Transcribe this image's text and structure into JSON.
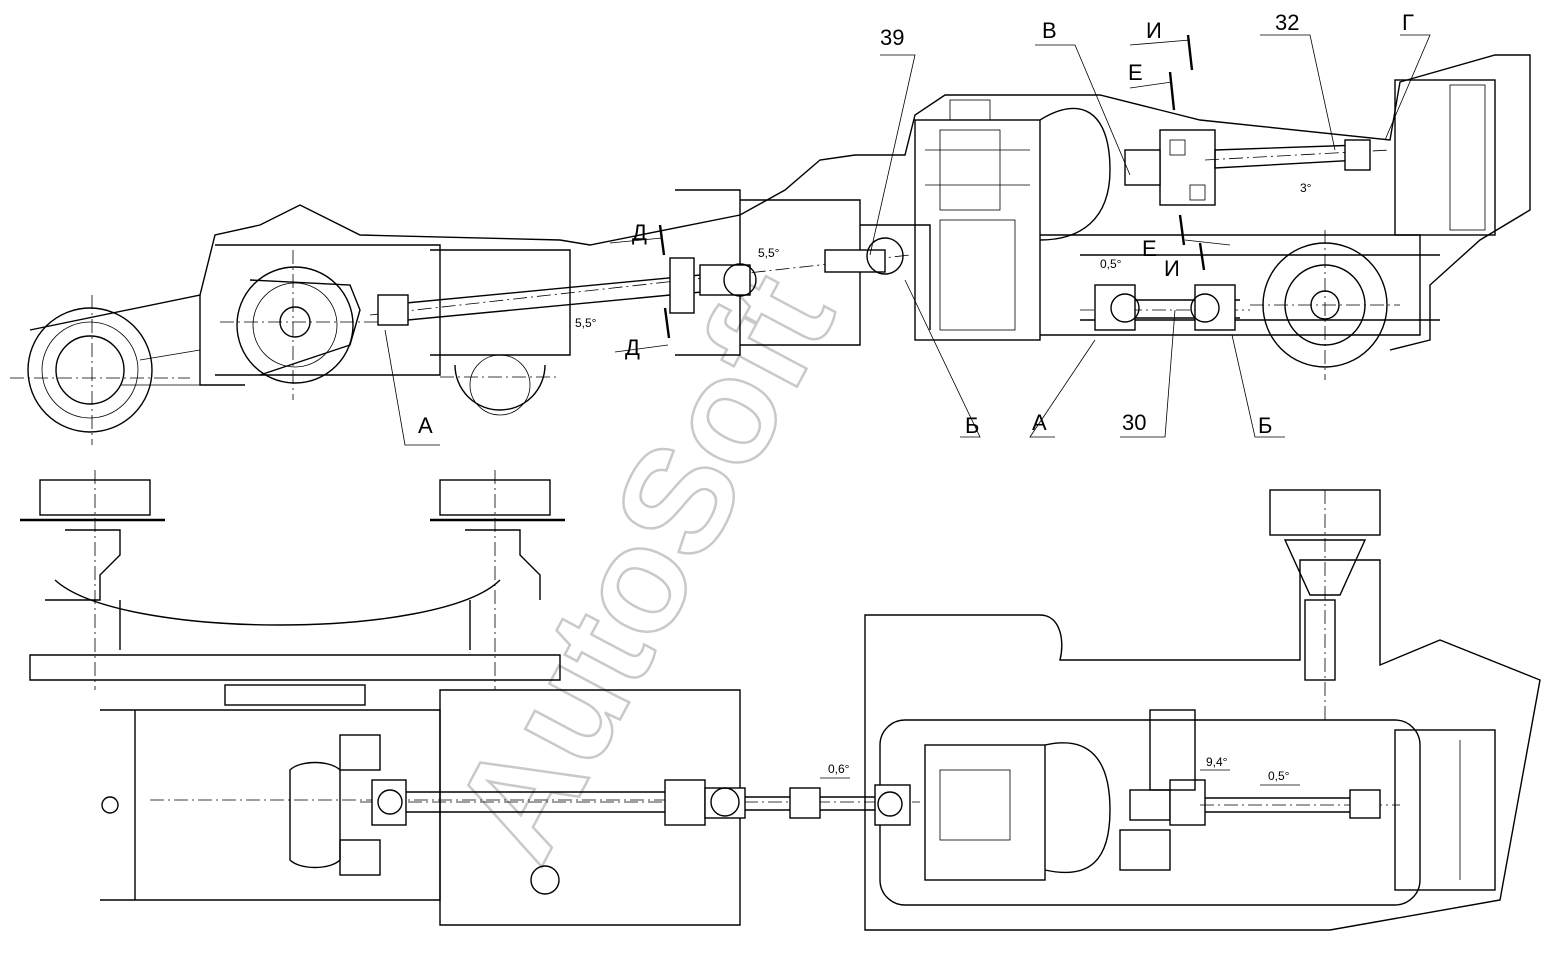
{
  "watermark": "AutoSoft",
  "top_view": {
    "labels": {
      "a_left": "А",
      "b_left": "Б",
      "a_right": "А",
      "b_right": "Б",
      "d_top": "Д",
      "d_bottom": "Д",
      "v": "В",
      "i_top": "И",
      "i_bottom": "И",
      "e_top": "Е",
      "e_bottom": "Е",
      "g": "Г",
      "num_39": "39",
      "num_32": "32",
      "num_30": "30"
    },
    "angles": {
      "front_shaft_lower": "5,5°",
      "front_shaft_upper": "5,5°",
      "rear_shaft": "0,5°",
      "upper_right_shaft": "3°"
    }
  },
  "bottom_view": {
    "angles": {
      "front_shaft": "0,6°",
      "rear_shaft": "0,5°",
      "short_shaft": "9,4°"
    }
  }
}
